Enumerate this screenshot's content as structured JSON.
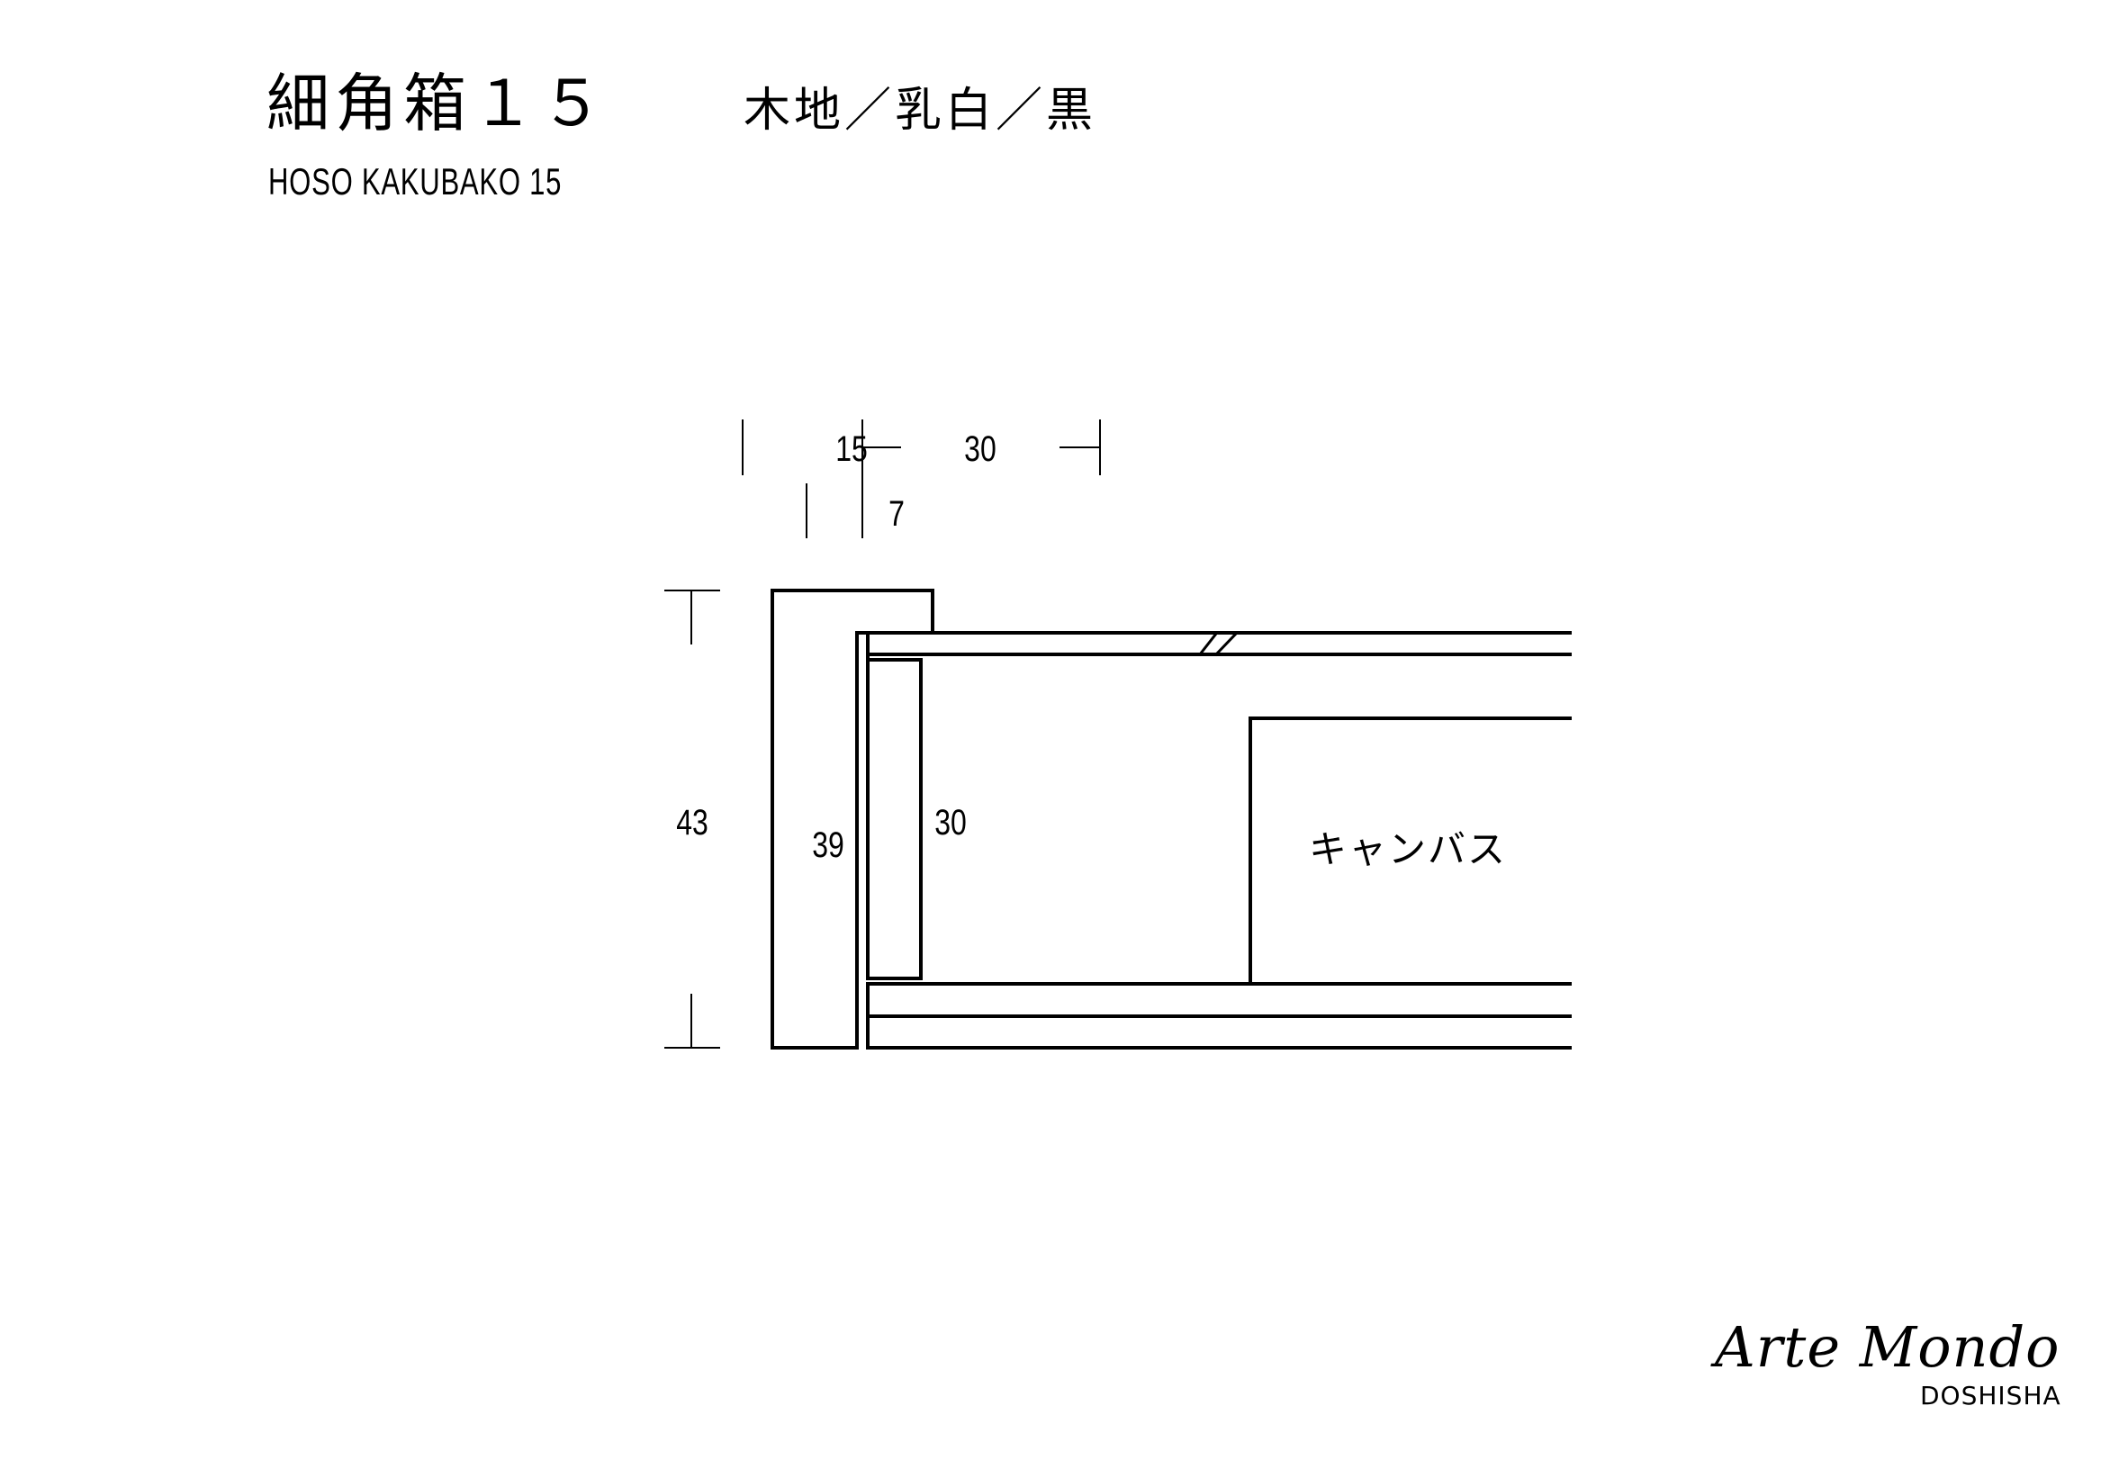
{
  "header": {
    "title_jp": "細角箱１５",
    "colors_jp": "木地／乳白／黒",
    "title_en": "HOSO KAKUBAKO 15"
  },
  "drawing": {
    "type": "frame cross-section",
    "dimensions": {
      "frame_width": "15",
      "inner_lip": "7",
      "rebate_depth_span": "30",
      "total_height": "43",
      "inner_height": "39",
      "rebate_height": "30"
    },
    "labels": {
      "canvas": "キャンバス"
    },
    "colors": {
      "stroke": "#000000",
      "background": "#ffffff"
    }
  },
  "logo": {
    "brand": "Arte Mondo",
    "company": "DOSHISHA"
  }
}
